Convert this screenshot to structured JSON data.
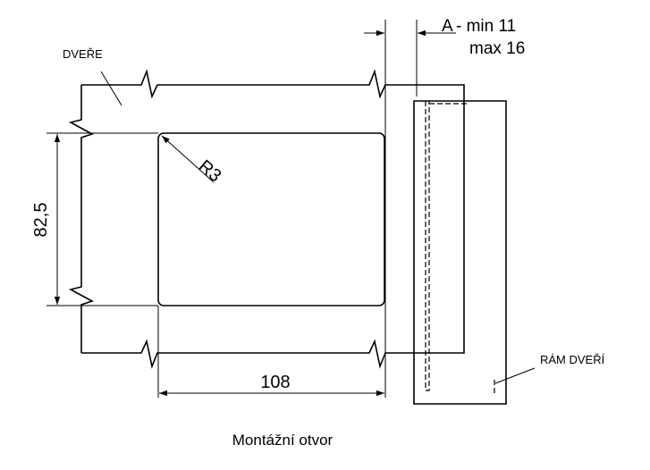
{
  "labels": {
    "door": "DVEŘE",
    "frame": "RÁM DVEŘÍ",
    "radius": "R3",
    "height": "82,5",
    "width": "108",
    "gap_letter": "A",
    "gap_min": "- min 11",
    "gap_max": "max 16",
    "caption": "Montážní otvor"
  }
}
